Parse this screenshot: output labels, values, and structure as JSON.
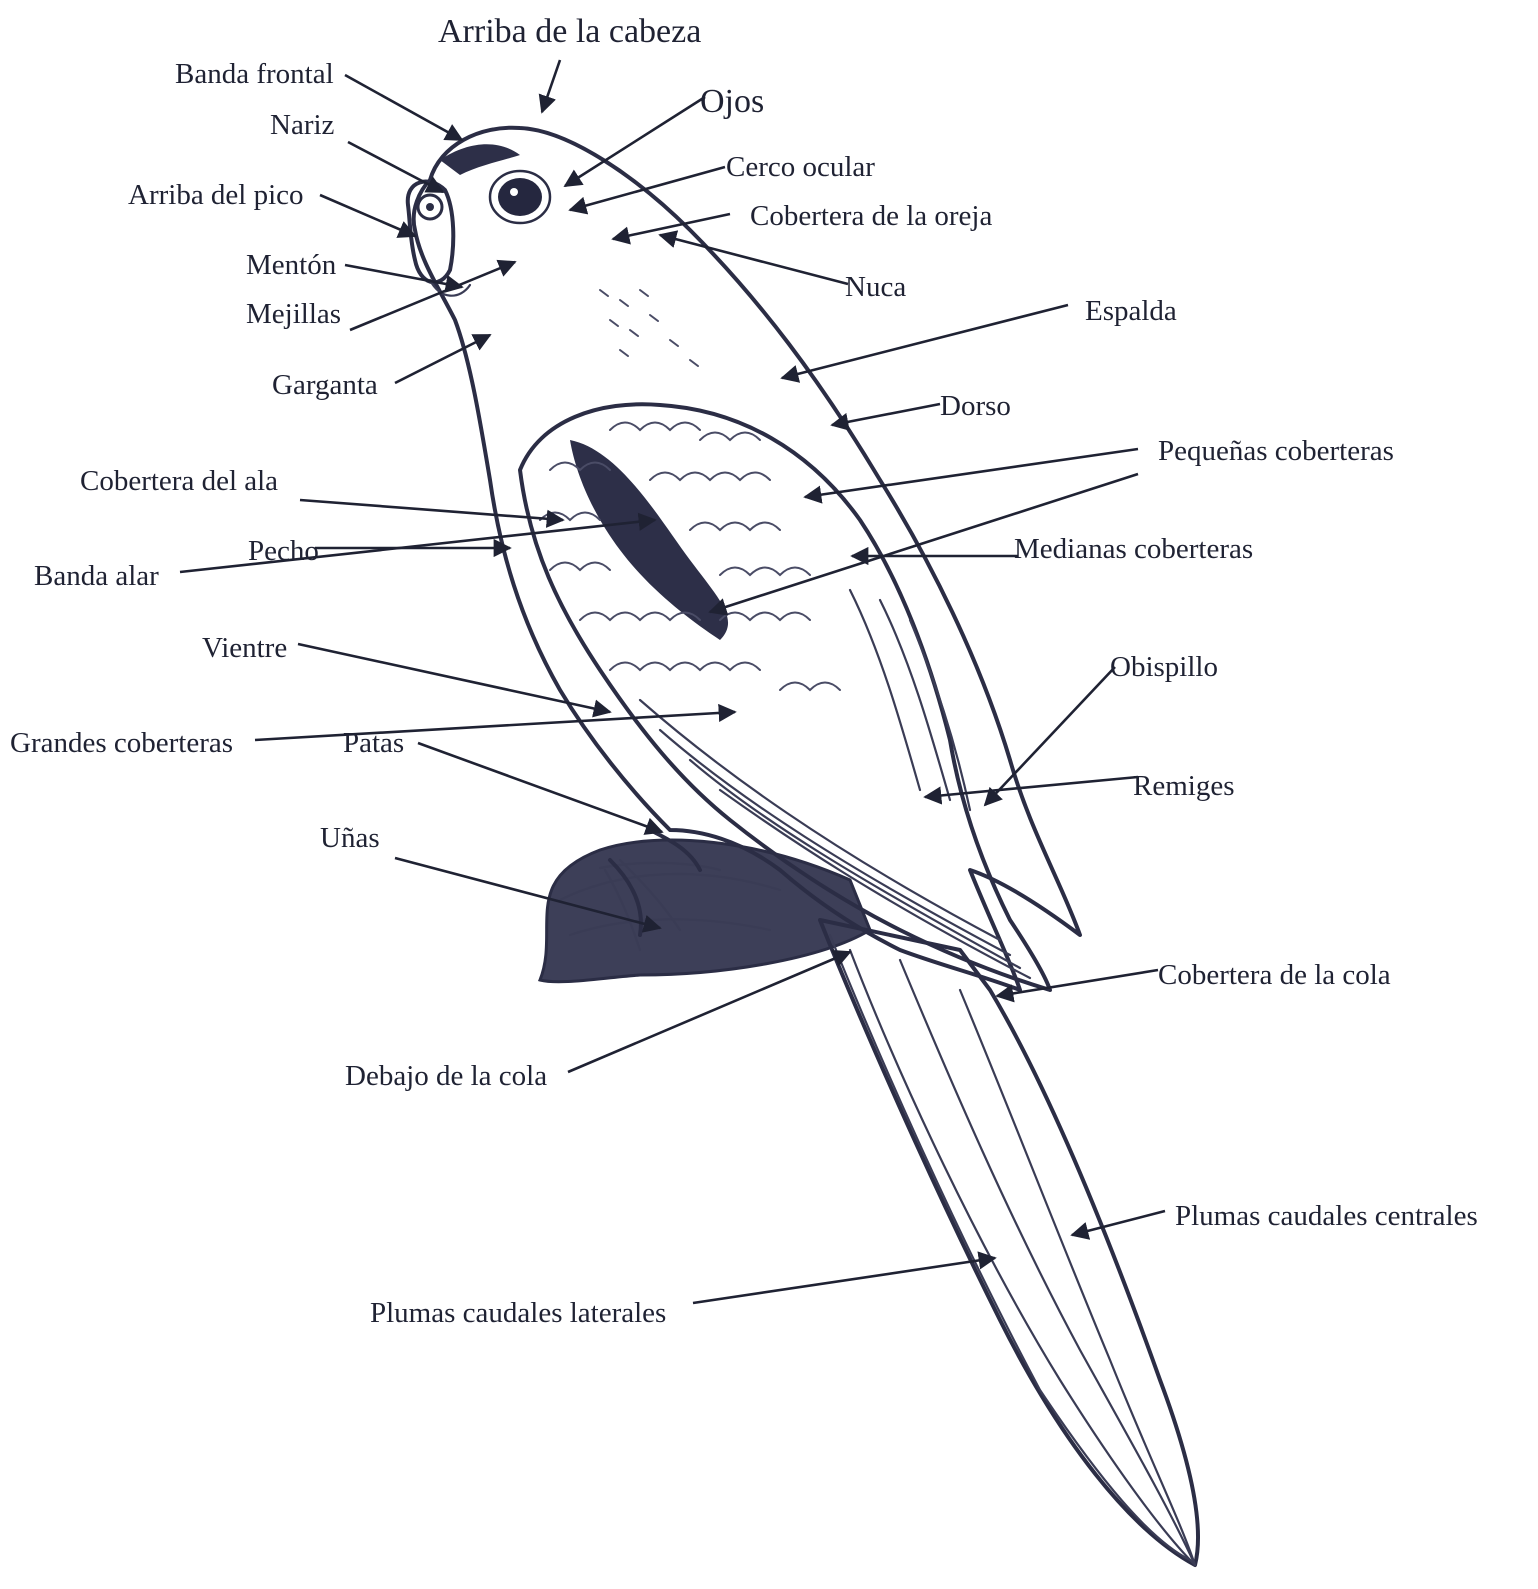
{
  "diagram": {
    "labels": {
      "arriba_cabeza": "Arriba de la cabeza",
      "banda_frontal": "Banda frontal",
      "nariz": "Nariz",
      "arriba_pico": "Arriba del pico",
      "menton": "Mentón",
      "mejillas": "Mejillas",
      "garganta": "Garganta",
      "ojos": "Ojos",
      "cerco_ocular": "Cerco ocular",
      "cobertera_oreja": "Cobertera de la oreja",
      "nuca": "Nuca",
      "espalda": "Espalda",
      "dorso": "Dorso",
      "pequenas_coberteras": "Pequeñas coberteras",
      "cobertera_ala": "Cobertera del ala",
      "pecho": "Pecho",
      "banda_alar": "Banda alar",
      "medianas_coberteras": "Medianas coberteras",
      "vientre": "Vientre",
      "obispillo": "Obispillo",
      "grandes_coberteras": "Grandes coberteras",
      "patas": "Patas",
      "remiges": "Remiges",
      "unas": "Uñas",
      "cobertera_cola": "Cobertera de la cola",
      "debajo_cola": "Debajo de la cola",
      "plumas_centrales": "Plumas caudales centrales",
      "plumas_laterales": "Plumas caudales laterales"
    }
  }
}
